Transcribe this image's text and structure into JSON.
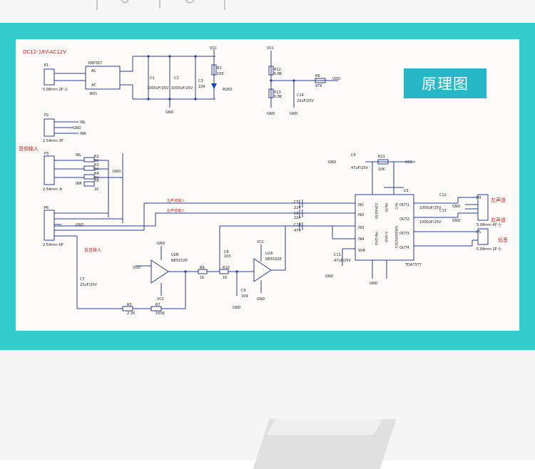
{
  "banner": {
    "title": "原理图"
  },
  "labels": {
    "power": "DC12-18V\\AC12V",
    "bridge": "KBP307",
    "bd1": "BD1",
    "ac": "AC",
    "p1": "P1",
    "p1_spec": "5.08mm 2P 小",
    "c1": "C1",
    "c1_val": "1000uF/25V",
    "c2": "C2",
    "c2_val": "1000uF/25V",
    "c3": "C3",
    "c3_val": "104",
    "r1": "R1",
    "r1_val": "10K",
    "led": "RLED",
    "vcc": "VCC",
    "gnd": "GND",
    "vdd": "VDD",
    "r12": "R12",
    "r12_val": "6.8K",
    "r13": "R13",
    "r13_val": "6.8K",
    "r6": "R6",
    "r6_val": "47K",
    "c14": "C14",
    "c14_val": "22uF/25V",
    "p2": "P2",
    "p2_spec": "2.54mm 3P",
    "inl": "INL",
    "inr": "INR",
    "audio_in": "音频输入",
    "p3": "P3",
    "p3_spec": "2.54mm 大",
    "p6": "P6",
    "p6_spec": "2.54mm 6P",
    "r_1k": "1K",
    "left_in": "左声道输入",
    "right_in": "右声道输入",
    "bass_in": "低音输入",
    "c5": "C5",
    "c6": "C6",
    "c10": "C10",
    "c_val_224": "224",
    "c10_val": "474",
    "c4": "C4",
    "c4_val": "47uF/25V",
    "r11": "R11",
    "r11_val": "10K",
    "u1": "U1",
    "in1": "IN1",
    "in2": "IN2",
    "in3": "IN3",
    "in4": "IN4",
    "svr": "SVR",
    "out1": "OUT1",
    "out2": "OUT2",
    "out3": "OUT3",
    "out4": "OUT4",
    "standby": "STAND-BY",
    "mute": "MUTE",
    "pw_gnd": "PW-GND",
    "s_gnd": "S-GND",
    "diag": "DIAGNOSTICS",
    "chip": "TDA7377",
    "c12": "C12",
    "c13": "C13",
    "c_out_val": "1000uF/25V",
    "c11": "C11",
    "c11_val": "47uF/25V",
    "p4": "P4",
    "p4_spec": "5.08mm 4P 小",
    "left_ch": "左声道",
    "right_ch": "右声道",
    "p5": "P5",
    "p5_spec": "5.08mm 2P 小",
    "bass": "低音",
    "u2b": "U2B",
    "u2a": "U2A",
    "op_chip": "NE5532P",
    "c7": "C7",
    "c7_val": "22uF/25V",
    "r5": "R5",
    "r5_val": "2.2K",
    "r7": "R7",
    "r7_val": "100K",
    "r9": "R9",
    "r10": "R10",
    "c8": "C8",
    "c8_val": "103",
    "c9": "C9",
    "c9_val": "104",
    "r2": "R2",
    "r3": "R3",
    "r4": "R4",
    "r8": "R8"
  }
}
